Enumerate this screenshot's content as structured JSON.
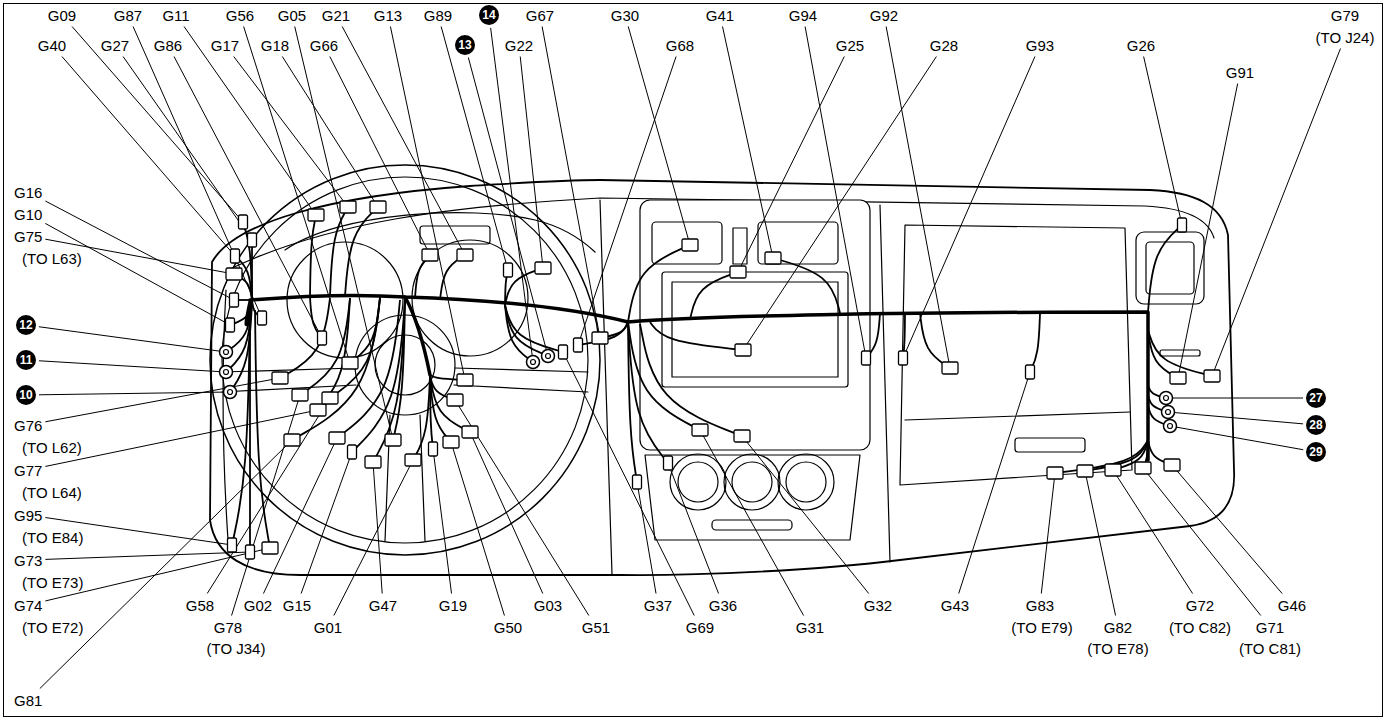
{
  "diagram": {
    "labels": [
      "G09",
      "G87",
      "G11",
      "G56",
      "G05",
      "G21",
      "G13",
      "G89",
      "14",
      "G67",
      "G30",
      "G41",
      "G94",
      "G92",
      "G79",
      "(TO J24)",
      "G40",
      "G27",
      "G86",
      "G17",
      "G18",
      "G66",
      "13",
      "G22",
      "G68",
      "G25",
      "G28",
      "G93",
      "G26",
      "G91",
      "G16",
      "G10",
      "G75",
      "(TO L63)",
      "12",
      "11",
      "10",
      "G76",
      "(TO L62)",
      "G77",
      "(TO L64)",
      "G95",
      "(TO E84)",
      "G73",
      "(TO E73)",
      "G74",
      "(TO E72)",
      "G81",
      "G58",
      "G78",
      "(TO J34)",
      "G02",
      "G15",
      "G47",
      "G01",
      "G19",
      "G50",
      "G03",
      "G51",
      "G37",
      "G69",
      "G36",
      "G31",
      "G32",
      "G43",
      "G83",
      "(TO E79)",
      "G82",
      "(TO E78)",
      "G72",
      "(TO C82)",
      "G71",
      "(TO C81)",
      "G46",
      "27",
      "28",
      "29"
    ]
  }
}
